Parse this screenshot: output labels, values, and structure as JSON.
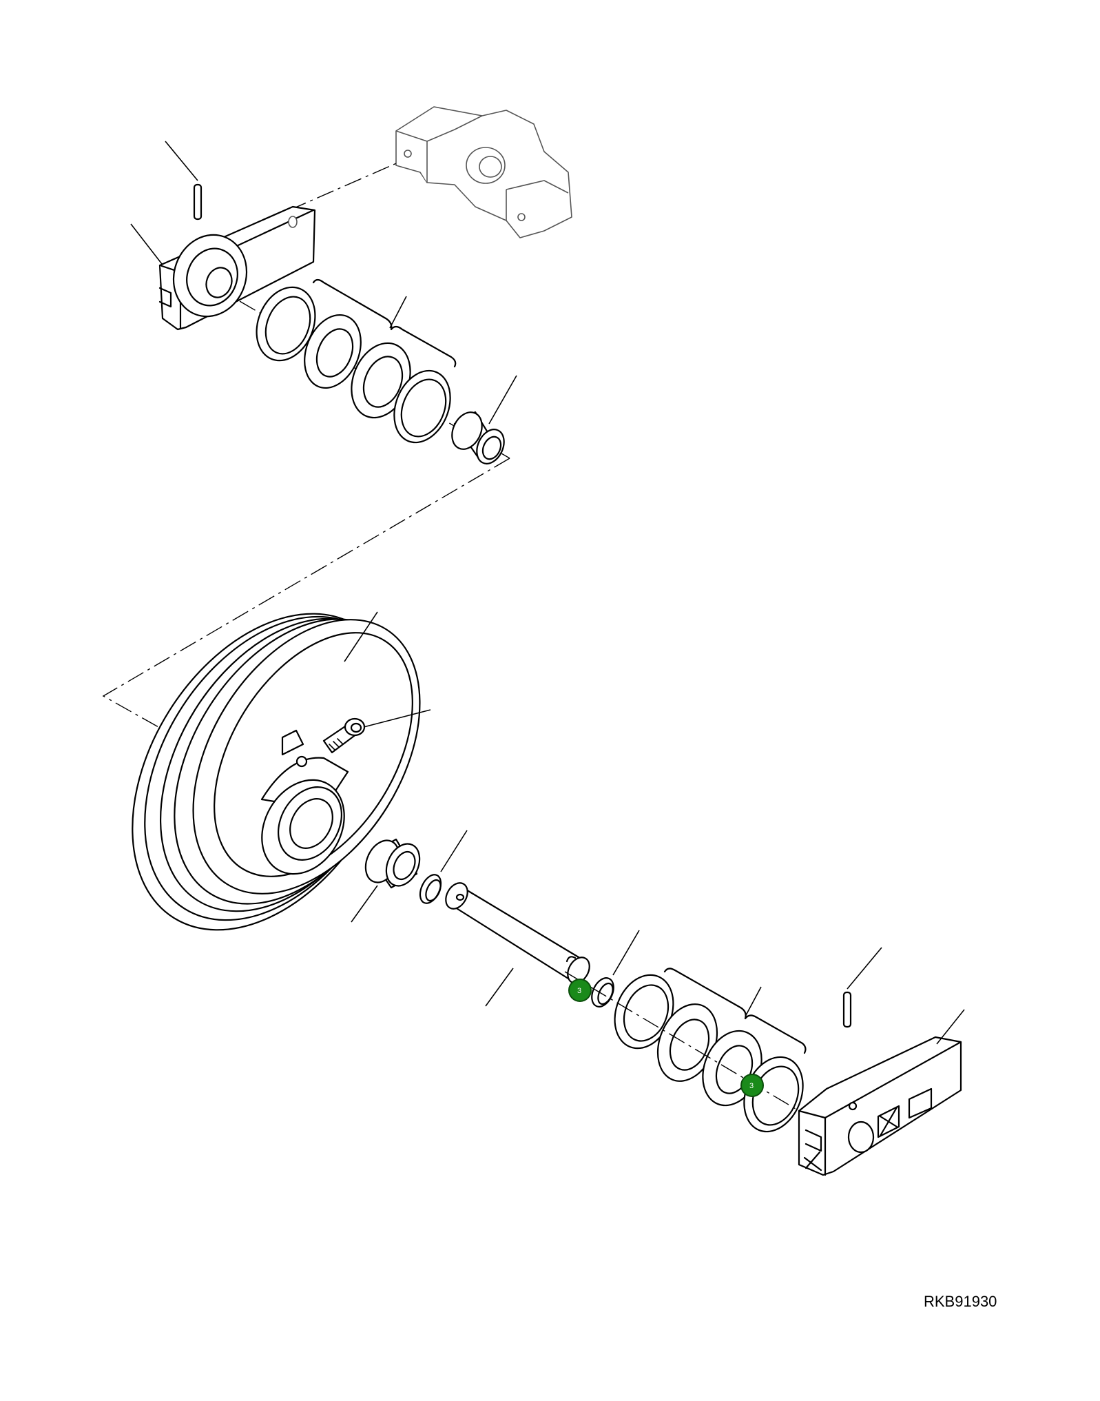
{
  "drawing": {
    "reference_code": "RKB91930",
    "callouts": [
      {
        "label": "3"
      },
      {
        "label": "3"
      }
    ],
    "colors": {
      "callout_fill": "#1a8a1a",
      "callout_stroke": "#0b4d0b",
      "line": "#000000",
      "background": "#ffffff"
    }
  }
}
